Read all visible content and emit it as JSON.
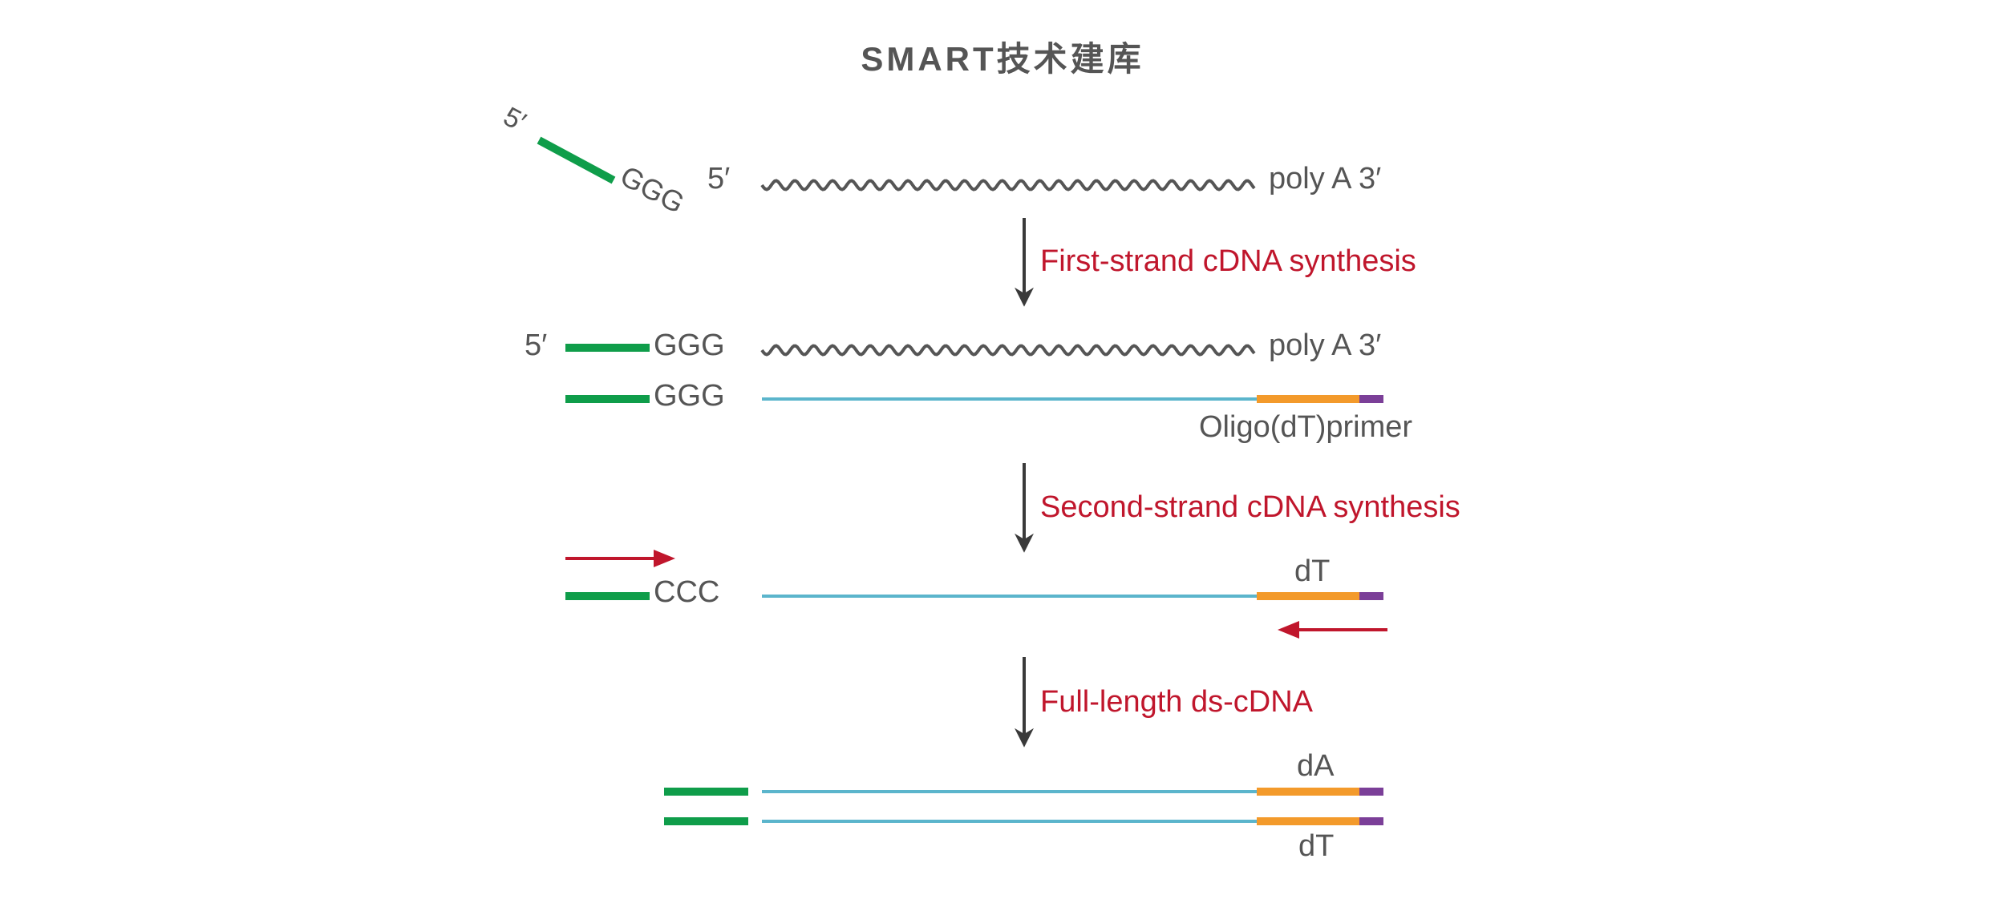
{
  "title": "SMART技术建库",
  "colors": {
    "text_gray": "#555555",
    "step_red": "#c0162c",
    "adapter_green": "#0f9d4a",
    "cdna_blue": "#5bb5cc",
    "polyT_orange": "#f39a2b",
    "end_purple": "#7b3f98",
    "arrow_dark": "#3a3a3a"
  },
  "row1": {
    "adapter_5prime": "5′",
    "adapter_ggg": "GGG",
    "mrna_5prime": "5′",
    "mrna_3prime": "poly A 3′"
  },
  "step1": {
    "label": "First-strand cDNA synthesis"
  },
  "row2": {
    "top_5prime": "5′",
    "top_ggg": "GGG",
    "mrna_3prime": "poly A 3′",
    "bottom_ggg": "GGG",
    "primer_label": "Oligo(dT)primer"
  },
  "step2": {
    "label": "Second-strand cDNA synthesis"
  },
  "row3": {
    "ccc": "CCC",
    "dt_label": "dT"
  },
  "step3": {
    "label": "Full-length ds-cDNA"
  },
  "row4": {
    "da_label": "dA",
    "dt_label": "dT"
  }
}
